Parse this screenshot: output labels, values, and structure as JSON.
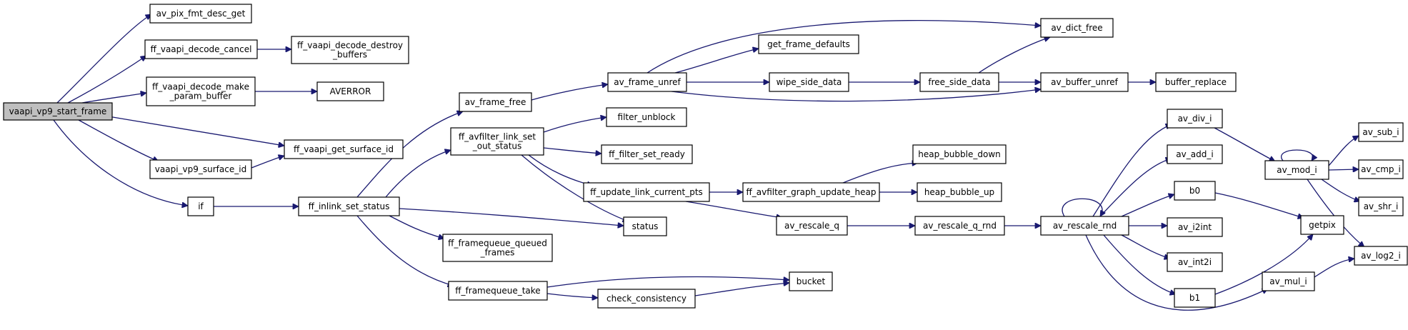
{
  "diagram": {
    "type": "call-graph",
    "colors": {
      "edge": "#191970",
      "node_border": "#000000",
      "root_fill": "#bfbfbf",
      "node_fill": "#ffffff"
    },
    "nodes": [
      {
        "id": "vaapi_vp9_start_frame",
        "label": [
          "vaapi_vp9_start_frame"
        ],
        "root": true
      },
      {
        "id": "av_pix_fmt_desc_get",
        "label": [
          "av_pix_fmt_desc_get"
        ]
      },
      {
        "id": "ff_vaapi_decode_cancel",
        "label": [
          "ff_vaapi_decode_cancel"
        ]
      },
      {
        "id": "ff_vaapi_decode_destroy_buffers",
        "label": [
          "ff_vaapi_decode_destroy",
          "_buffers"
        ]
      },
      {
        "id": "ff_vaapi_decode_make_param_buffer",
        "label": [
          "ff_vaapi_decode_make",
          "_param_buffer"
        ]
      },
      {
        "id": "AVERROR",
        "label": [
          "AVERROR"
        ]
      },
      {
        "id": "ff_vaapi_get_surface_id",
        "label": [
          "ff_vaapi_get_surface_id"
        ]
      },
      {
        "id": "vaapi_vp9_surface_id",
        "label": [
          "vaapi_vp9_surface_id"
        ]
      },
      {
        "id": "if",
        "label": [
          "if"
        ]
      },
      {
        "id": "ff_inlink_set_status",
        "label": [
          "ff_inlink_set_status"
        ]
      },
      {
        "id": "av_frame_free",
        "label": [
          "av_frame_free"
        ]
      },
      {
        "id": "av_frame_unref",
        "label": [
          "av_frame_unref"
        ]
      },
      {
        "id": "av_dict_free",
        "label": [
          "av_dict_free"
        ]
      },
      {
        "id": "get_frame_defaults",
        "label": [
          "get_frame_defaults"
        ]
      },
      {
        "id": "wipe_side_data",
        "label": [
          "wipe_side_data"
        ]
      },
      {
        "id": "free_side_data",
        "label": [
          "free_side_data"
        ]
      },
      {
        "id": "av_buffer_unref",
        "label": [
          "av_buffer_unref"
        ]
      },
      {
        "id": "buffer_replace",
        "label": [
          "buffer_replace"
        ]
      },
      {
        "id": "ff_avfilter_link_set_out_status",
        "label": [
          "ff_avfilter_link_set",
          "_out_status"
        ]
      },
      {
        "id": "filter_unblock",
        "label": [
          "filter_unblock"
        ]
      },
      {
        "id": "ff_filter_set_ready",
        "label": [
          "ff_filter_set_ready"
        ]
      },
      {
        "id": "ff_update_link_current_pts",
        "label": [
          "ff_update_link_current_pts"
        ]
      },
      {
        "id": "ff_avfilter_graph_update_heap",
        "label": [
          "ff_avfilter_graph_update_heap"
        ]
      },
      {
        "id": "heap_bubble_down",
        "label": [
          "heap_bubble_down"
        ]
      },
      {
        "id": "heap_bubble_up",
        "label": [
          "heap_bubble_up"
        ]
      },
      {
        "id": "status",
        "label": [
          "status"
        ]
      },
      {
        "id": "av_rescale_q",
        "label": [
          "av_rescale_q"
        ]
      },
      {
        "id": "av_rescale_q_rnd",
        "label": [
          "av_rescale_q_rnd"
        ]
      },
      {
        "id": "av_rescale_rnd",
        "label": [
          "av_rescale_rnd"
        ]
      },
      {
        "id": "ff_framequeue_queued_frames",
        "label": [
          "ff_framequeue_queued",
          "_frames"
        ]
      },
      {
        "id": "ff_framequeue_take",
        "label": [
          "ff_framequeue_take"
        ]
      },
      {
        "id": "bucket",
        "label": [
          "bucket"
        ]
      },
      {
        "id": "check_consistency",
        "label": [
          "check_consistency"
        ]
      },
      {
        "id": "av_div_i",
        "label": [
          "av_div_i"
        ]
      },
      {
        "id": "av_add_i",
        "label": [
          "av_add_i"
        ]
      },
      {
        "id": "b0",
        "label": [
          "b0"
        ]
      },
      {
        "id": "av_i2int",
        "label": [
          "av_i2int"
        ]
      },
      {
        "id": "av_int2i",
        "label": [
          "av_int2i"
        ]
      },
      {
        "id": "b1",
        "label": [
          "b1"
        ]
      },
      {
        "id": "getpix",
        "label": [
          "getpix"
        ]
      },
      {
        "id": "av_mod_i",
        "label": [
          "av_mod_i"
        ]
      },
      {
        "id": "av_sub_i",
        "label": [
          "av_sub_i"
        ]
      },
      {
        "id": "av_cmp_i",
        "label": [
          "av_cmp_i"
        ]
      },
      {
        "id": "av_shr_i",
        "label": [
          "av_shr_i"
        ]
      },
      {
        "id": "av_log2_i",
        "label": [
          "av_log2_i"
        ]
      },
      {
        "id": "av_mul_i",
        "label": [
          "av_mul_i"
        ]
      }
    ],
    "edges": [
      [
        "vaapi_vp9_start_frame",
        "av_pix_fmt_desc_get"
      ],
      [
        "vaapi_vp9_start_frame",
        "ff_vaapi_decode_cancel"
      ],
      [
        "vaapi_vp9_start_frame",
        "ff_vaapi_decode_make_param_buffer"
      ],
      [
        "vaapi_vp9_start_frame",
        "ff_vaapi_get_surface_id"
      ],
      [
        "vaapi_vp9_start_frame",
        "vaapi_vp9_surface_id"
      ],
      [
        "vaapi_vp9_start_frame",
        "if"
      ],
      [
        "ff_vaapi_decode_cancel",
        "ff_vaapi_decode_destroy_buffers"
      ],
      [
        "ff_vaapi_decode_make_param_buffer",
        "AVERROR"
      ],
      [
        "vaapi_vp9_surface_id",
        "ff_vaapi_get_surface_id"
      ],
      [
        "if",
        "ff_inlink_set_status"
      ],
      [
        "ff_inlink_set_status",
        "av_frame_free"
      ],
      [
        "ff_inlink_set_status",
        "ff_avfilter_link_set_out_status"
      ],
      [
        "ff_inlink_set_status",
        "status"
      ],
      [
        "ff_inlink_set_status",
        "ff_framequeue_queued_frames"
      ],
      [
        "ff_inlink_set_status",
        "ff_framequeue_take"
      ],
      [
        "av_frame_free",
        "av_frame_unref"
      ],
      [
        "av_frame_unref",
        "av_dict_free"
      ],
      [
        "av_frame_unref",
        "get_frame_defaults"
      ],
      [
        "av_frame_unref",
        "wipe_side_data"
      ],
      [
        "av_frame_unref",
        "av_buffer_unref"
      ],
      [
        "wipe_side_data",
        "free_side_data"
      ],
      [
        "free_side_data",
        "av_dict_free"
      ],
      [
        "free_side_data",
        "av_buffer_unref"
      ],
      [
        "av_buffer_unref",
        "buffer_replace"
      ],
      [
        "ff_avfilter_link_set_out_status",
        "filter_unblock"
      ],
      [
        "ff_avfilter_link_set_out_status",
        "ff_filter_set_ready"
      ],
      [
        "ff_avfilter_link_set_out_status",
        "ff_update_link_current_pts"
      ],
      [
        "ff_avfilter_link_set_out_status",
        "status"
      ],
      [
        "ff_update_link_current_pts",
        "ff_avfilter_graph_update_heap"
      ],
      [
        "ff_update_link_current_pts",
        "av_rescale_q"
      ],
      [
        "ff_avfilter_graph_update_heap",
        "heap_bubble_down"
      ],
      [
        "ff_avfilter_graph_update_heap",
        "heap_bubble_up"
      ],
      [
        "av_rescale_q",
        "av_rescale_q_rnd"
      ],
      [
        "av_rescale_q_rnd",
        "av_rescale_rnd"
      ],
      [
        "av_rescale_rnd",
        "av_rescale_rnd"
      ],
      [
        "av_rescale_rnd",
        "av_div_i"
      ],
      [
        "av_rescale_rnd",
        "av_add_i"
      ],
      [
        "av_rescale_rnd",
        "b0"
      ],
      [
        "av_rescale_rnd",
        "av_i2int"
      ],
      [
        "av_rescale_rnd",
        "av_int2i"
      ],
      [
        "av_rescale_rnd",
        "b1"
      ],
      [
        "av_rescale_rnd",
        "av_mul_i"
      ],
      [
        "ff_framequeue_take",
        "bucket"
      ],
      [
        "ff_framequeue_take",
        "check_consistency"
      ],
      [
        "check_consistency",
        "bucket"
      ],
      [
        "av_div_i",
        "av_mod_i"
      ],
      [
        "av_mod_i",
        "av_mod_i"
      ],
      [
        "av_mod_i",
        "av_sub_i"
      ],
      [
        "av_mod_i",
        "av_cmp_i"
      ],
      [
        "av_mod_i",
        "av_shr_i"
      ],
      [
        "av_mod_i",
        "av_log2_i"
      ],
      [
        "b0",
        "getpix"
      ],
      [
        "b1",
        "getpix"
      ],
      [
        "av_mul_i",
        "av_log2_i"
      ]
    ]
  }
}
